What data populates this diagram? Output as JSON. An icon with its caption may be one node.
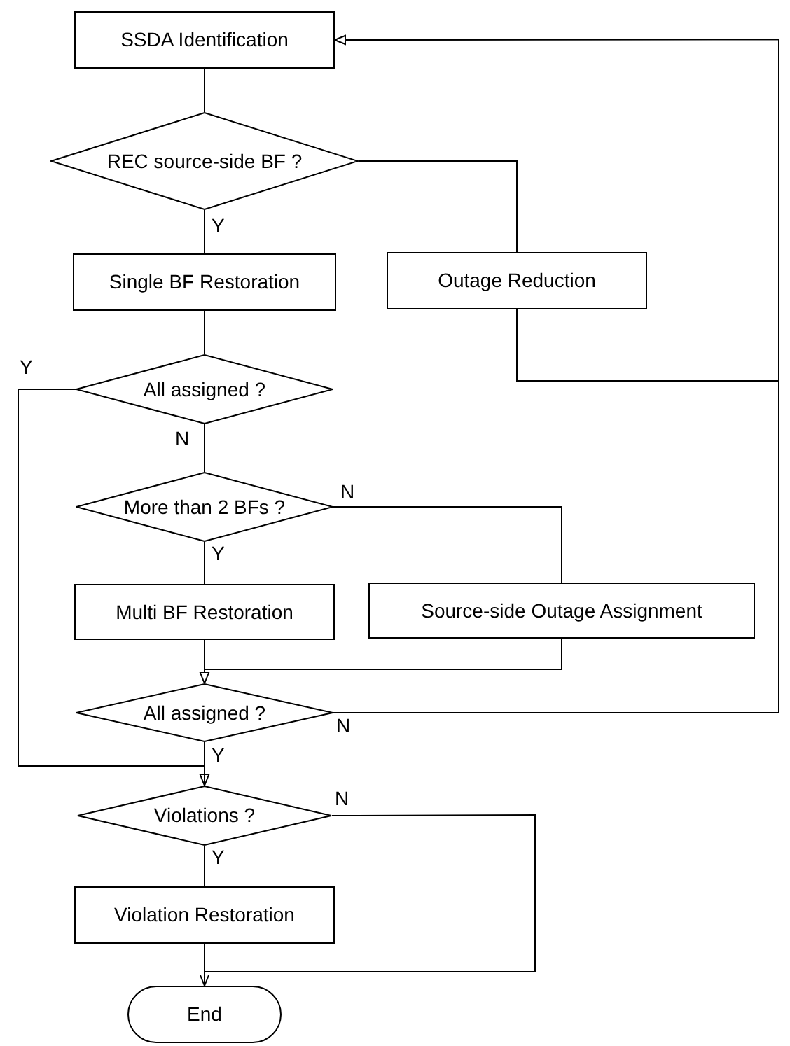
{
  "diagram": {
    "nodes": [
      {
        "text": [
          "SSDA Identification"
        ]
      },
      {
        "text": [
          "REC source-side BF ?"
        ]
      },
      {
        "text": [
          "Single BF Restoration"
        ]
      },
      {
        "text": [
          "Outage Reduction"
        ]
      },
      {
        "text": [
          "All assigned ?"
        ]
      },
      {
        "text": [
          "More than 2 BFs ?"
        ]
      },
      {
        "text": [
          "Multi BF Restoration"
        ]
      },
      {
        "text": [
          "Source-side Outage Assignment"
        ]
      },
      {
        "text": [
          "All assigned ?"
        ]
      },
      {
        "text": [
          "Violations ?"
        ]
      },
      {
        "text": [
          "Violation Restoration"
        ]
      },
      {
        "text": [
          "End"
        ]
      }
    ],
    "edges": [
      {
        "from": 0,
        "to": 1,
        "arrow": "none"
      },
      {
        "from": 1,
        "to": 2,
        "arrow": "none",
        "label": "Y"
      },
      {
        "from": 1,
        "to": 3,
        "arrow": "none"
      },
      {
        "from": 3,
        "to": 0,
        "arrow": "to"
      },
      {
        "from": 2,
        "to": 4,
        "arrow": "none"
      },
      {
        "from": 4,
        "to": 9,
        "arrow": "to",
        "label": "Y"
      },
      {
        "from": 4,
        "to": 5,
        "arrow": "none",
        "label": "N"
      },
      {
        "from": 5,
        "to": 6,
        "arrow": "none",
        "label": "Y"
      },
      {
        "from": 5,
        "to": 7,
        "arrow": "none",
        "label": "N"
      },
      {
        "from": 6,
        "to": 8,
        "arrow": "none"
      },
      {
        "from": 7,
        "to": 8,
        "arrow": "to"
      },
      {
        "from": 8,
        "to": 0,
        "arrow": "to",
        "label": "N"
      },
      {
        "from": 8,
        "to": 9,
        "arrow": "none",
        "label": "Y"
      },
      {
        "from": 9,
        "to": 10,
        "arrow": "none",
        "label": "Y"
      },
      {
        "from": 9,
        "to": 11,
        "arrow": "to",
        "label": "N"
      },
      {
        "from": 10,
        "to": 11,
        "arrow": "none"
      }
    ]
  }
}
